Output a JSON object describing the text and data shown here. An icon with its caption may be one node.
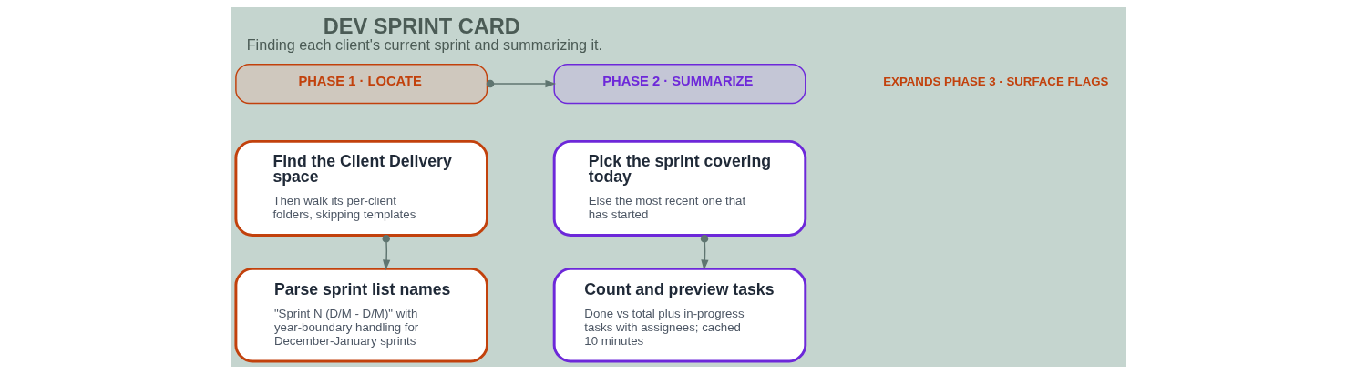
{
  "diagram": {
    "title": "DEV SPRINT CARD",
    "caption": "Finding each client's current sprint and summarizing it.",
    "nodes": [
      {
        "text": [
          "PHASE 1 · LOCATE"
        ]
      },
      {
        "text": [
          "PHASE 2 · SUMMARIZE"
        ]
      },
      {
        "text": [
          "Find the Client Delivery space",
          "Then walk its per-client folders, skipping templates"
        ]
      },
      {
        "text": [
          "Parse sprint list names",
          "\"Sprint N (D/M - D/M)\" with year-boundary handling for December-January sprints"
        ]
      },
      {
        "text": [
          "Pick the sprint covering today",
          "Else the most recent one that has started"
        ]
      },
      {
        "text": [
          "Count and preview tasks",
          "Done vs total plus in-progress tasks with assignees; cached 10 minutes"
        ]
      }
    ],
    "edges": [
      {
        "from": 0,
        "to": 1,
        "arrow": "to"
      },
      {
        "from": 2,
        "to": 3,
        "arrow": "to"
      },
      {
        "from": 4,
        "to": 5,
        "arrow": "to"
      }
    ],
    "labels": [
      "EXPANDS PHASE 3 · SURFACE FLAGS"
    ]
  }
}
